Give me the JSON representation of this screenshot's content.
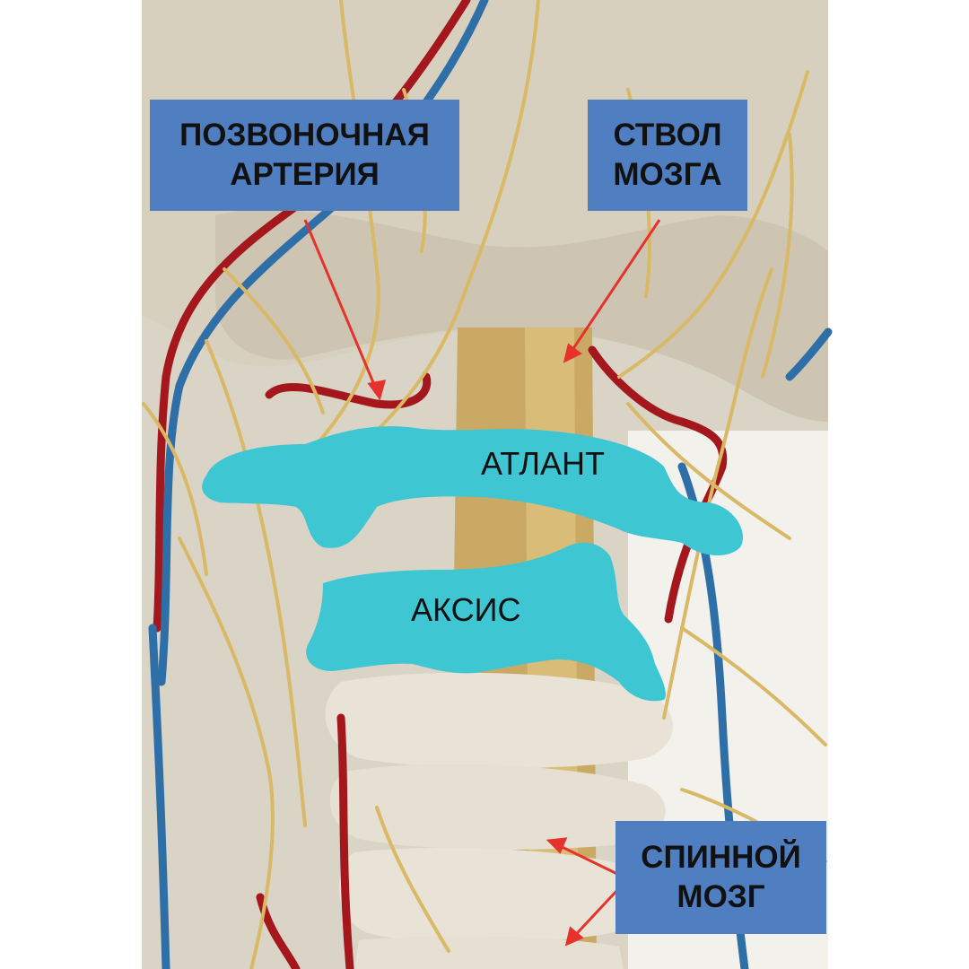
{
  "labels": {
    "vertebral_artery": "ПОЗВОНОЧНАЯ\nАРТЕРИЯ",
    "brain_stem": "СТВОЛ\nМОЗГА",
    "spinal_cord": "СПИННОЙ\nМОЗГ",
    "atlas": "АТЛАНТ",
    "axis": "АКСИС"
  },
  "colors": {
    "label_box": "#4f7fc1",
    "highlight_vertebrae": "#3ec6d3",
    "arrow": "#e5322d",
    "nerves": "#d9b866",
    "artery": "#a4171c",
    "vein": "#2f6fa8",
    "skull": "#d8d0bf",
    "spinal_cord": "#c9a964",
    "lower_vertebrae": "#e8e3d6"
  }
}
